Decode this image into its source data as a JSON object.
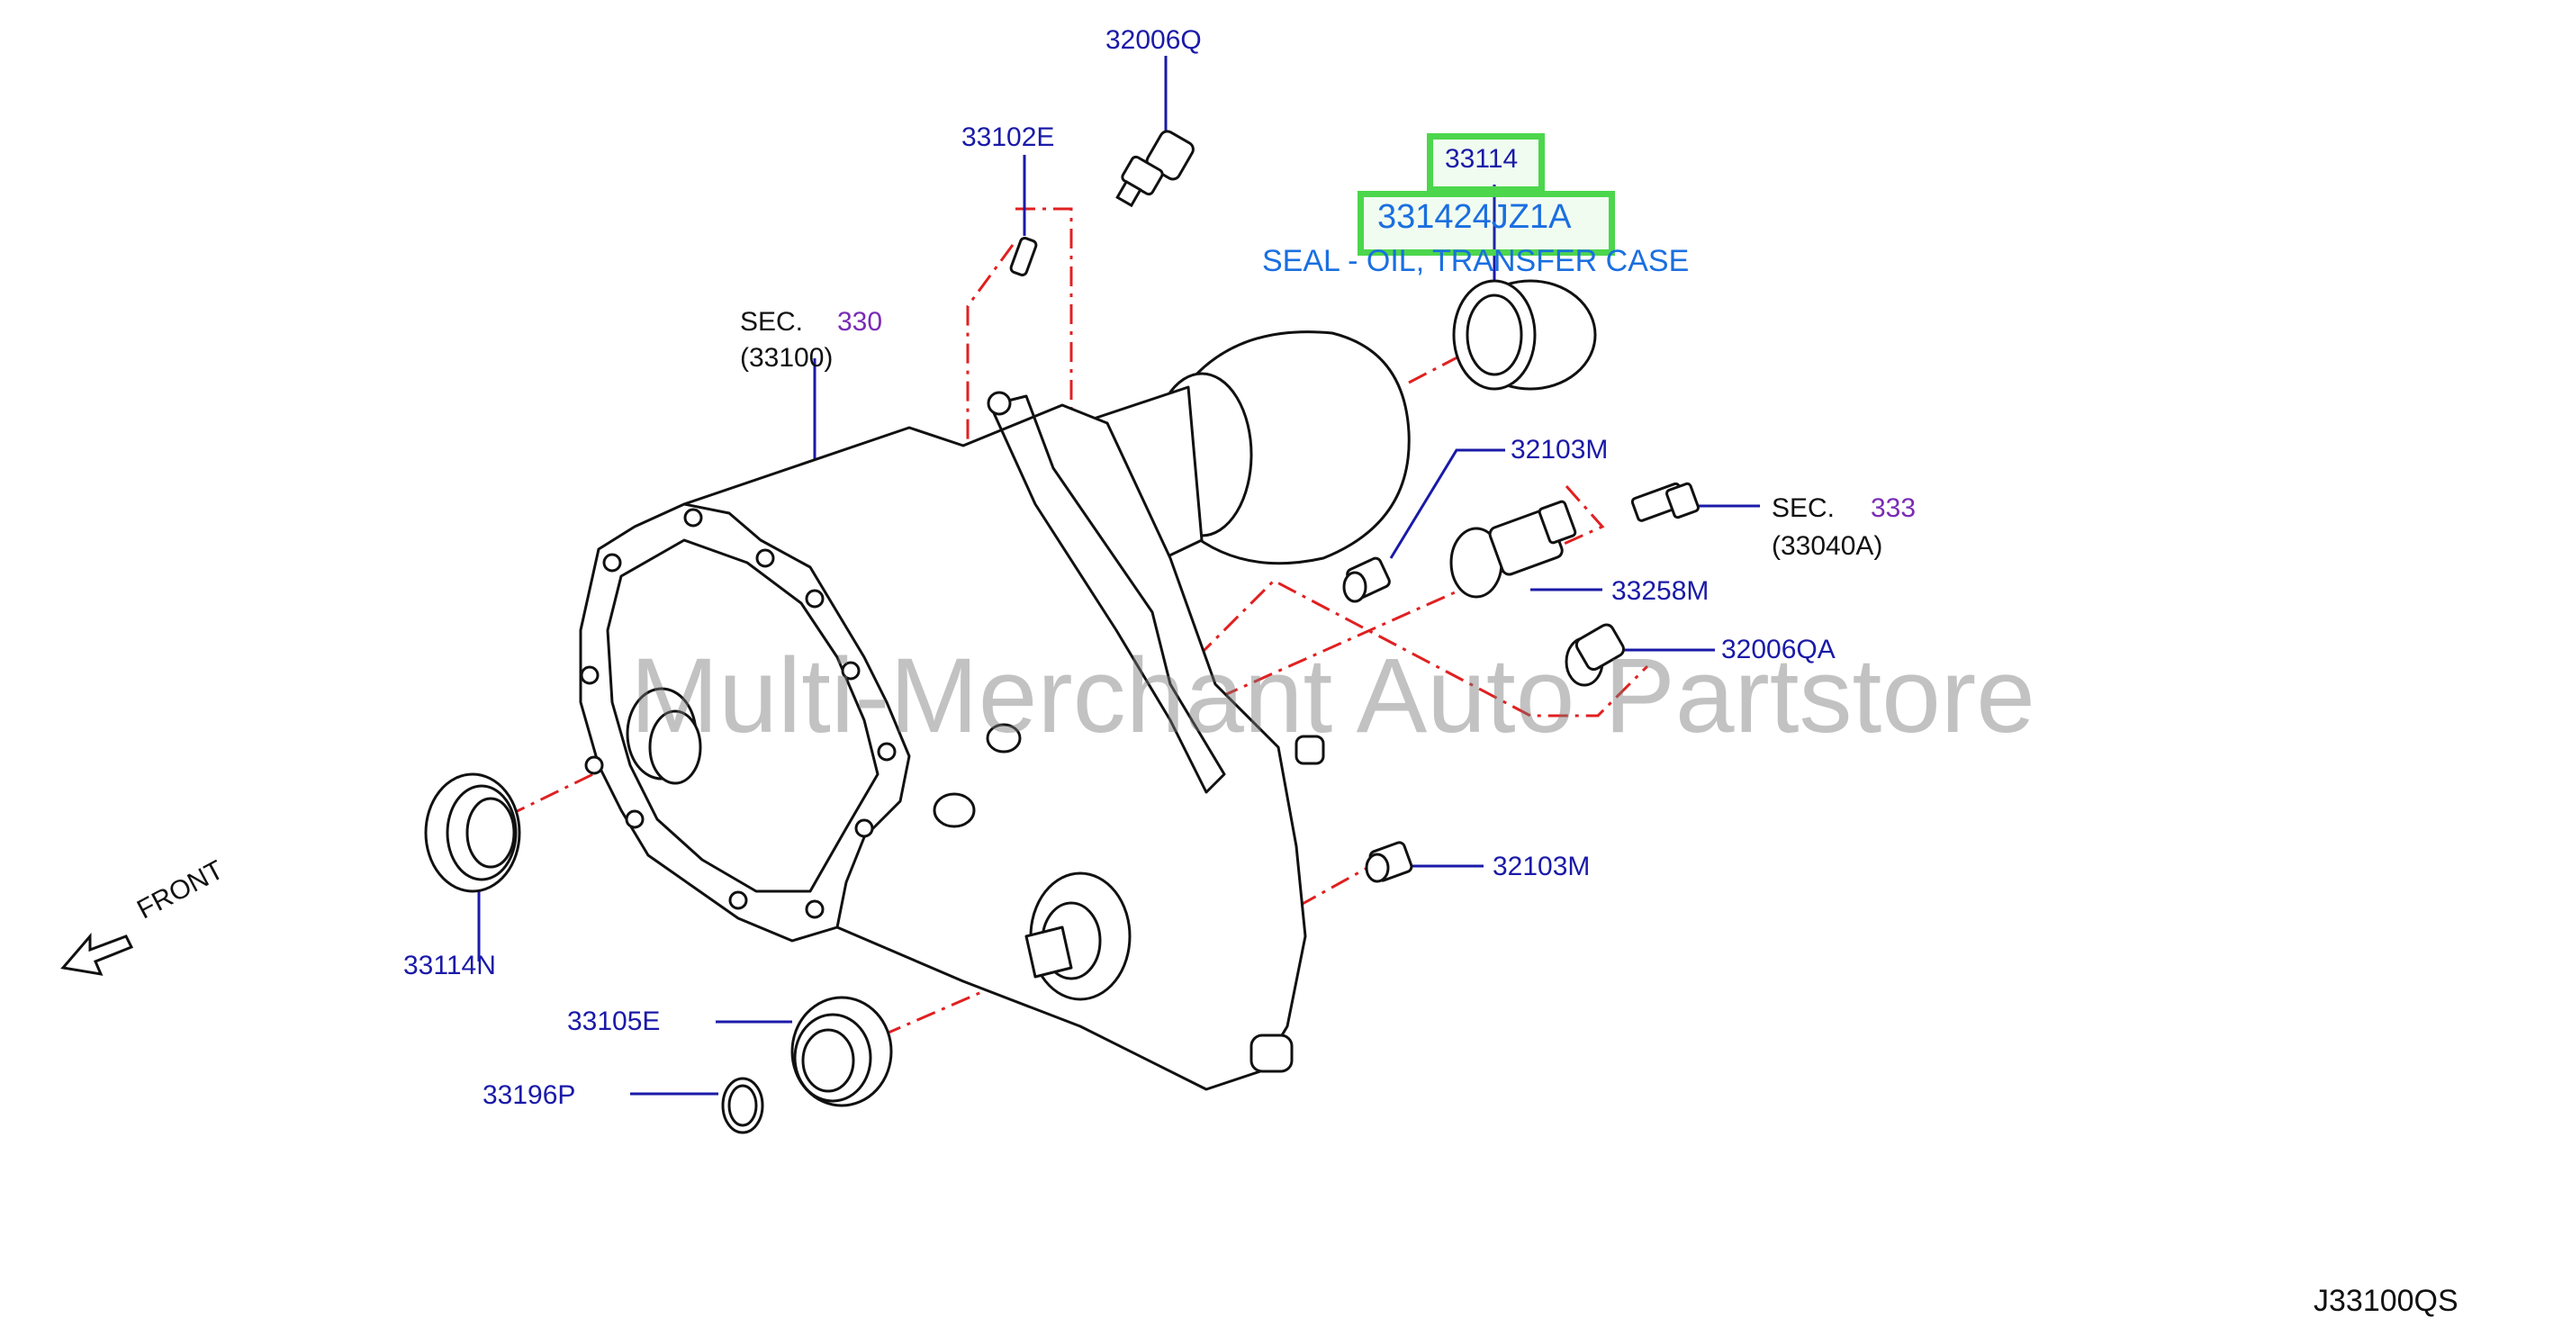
{
  "labels": {
    "p32006Q": "32006Q",
    "p33102E": "33102E",
    "p33114": "33114",
    "p331424JZ1A": "331424JZ1A",
    "desc": "SEAL - OIL, TRANSFER CASE",
    "sec330_a": "SEC.",
    "sec330_b": "330",
    "sec330_c": "(33100)",
    "p32103M_top": "32103M",
    "sec333_a": "SEC.",
    "sec333_b": "333",
    "sec333_c": "(33040A)",
    "p33258M": "33258M",
    "p32006QA": "32006QA",
    "p32103M_bot": "32103M",
    "p33114N": "33114N",
    "p33105E": "33105E",
    "p33196P": "33196P",
    "front": "FRONT",
    "diagram_id": "J33100QS"
  },
  "watermark": "Multi-Merchant Auto Partstore",
  "colors": {
    "part_number": "#1a1aa8",
    "section_number": "#7a2bb5",
    "leader": "#1a1aa8",
    "centerline": "#e02020",
    "highlight": "#4cd64c",
    "description": "#1a6fe0"
  }
}
